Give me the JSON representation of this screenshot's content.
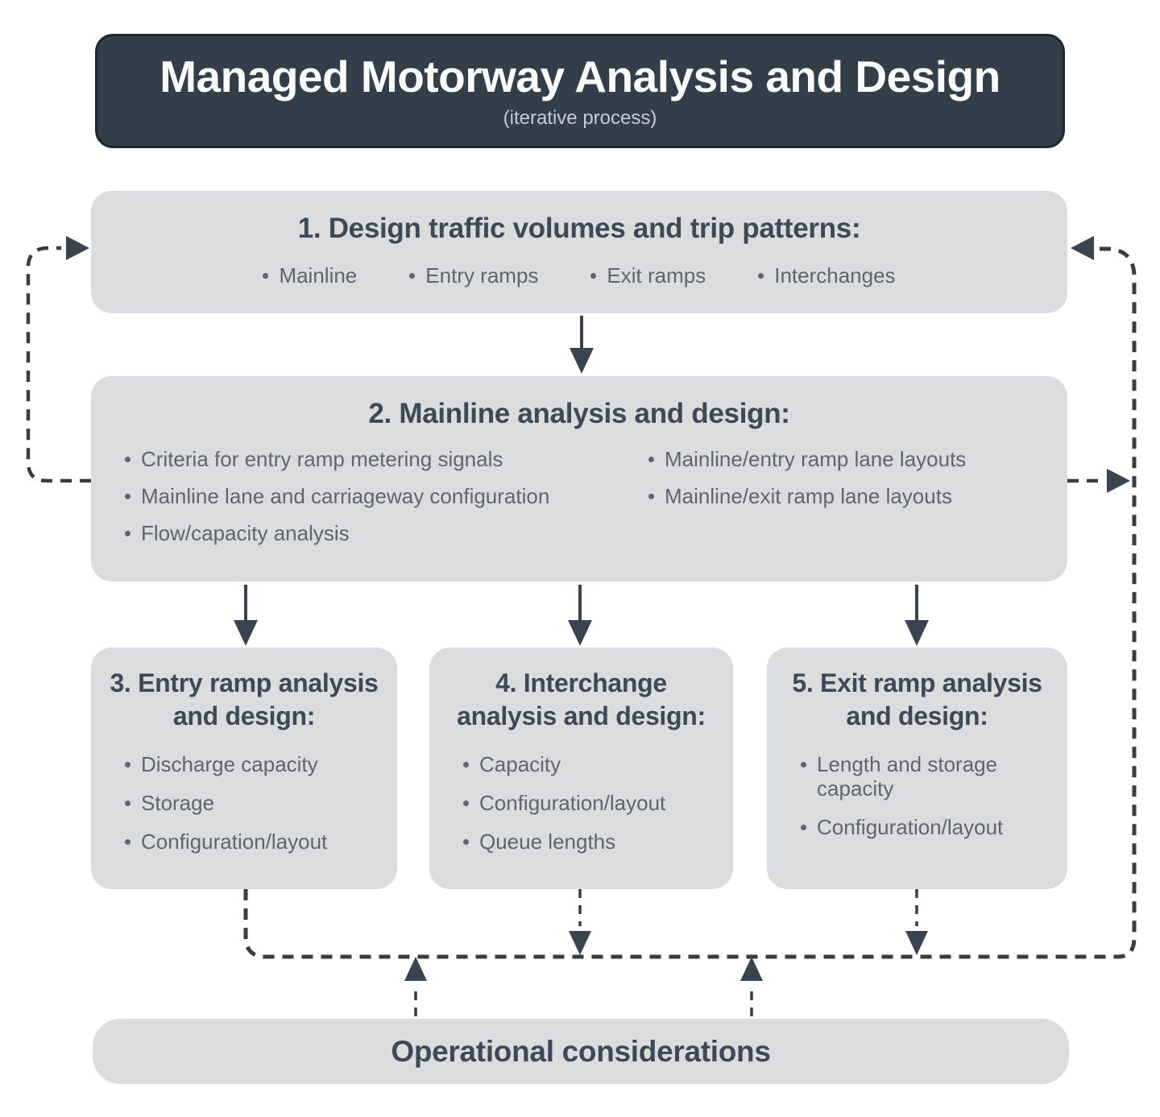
{
  "title": {
    "text": "Managed Motorway Analysis and Design",
    "subtitle": "(iterative process)"
  },
  "step1": {
    "heading": "1. Design traffic volumes and trip patterns:",
    "bullets": [
      "Mainline",
      "Entry ramps",
      "Exit ramps",
      "Interchanges"
    ]
  },
  "step2": {
    "heading": "2. Mainline analysis and design:",
    "bullets_left": [
      "Criteria for entry ramp metering signals",
      "Mainline lane and carriageway configuration",
      "Flow/capacity analysis"
    ],
    "bullets_right": [
      "Mainline/entry ramp lane layouts",
      "Mainline/exit ramp lane layouts"
    ]
  },
  "step3": {
    "heading": "3. Entry ramp analysis and design:",
    "bullets": [
      "Discharge capacity",
      "Storage",
      "Configuration/layout"
    ]
  },
  "step4": {
    "heading": "4. Interchange analysis and design:",
    "bullets": [
      "Capacity",
      "Configuration/layout",
      "Queue lengths"
    ]
  },
  "step5": {
    "heading": "5. Exit ramp analysis and design:",
    "bullets": [
      "Length and storage capacity",
      "Configuration/layout"
    ]
  },
  "operational": {
    "label": "Operational considerations"
  },
  "colors": {
    "header_bg": "#323e4a",
    "header_border": "#1d2731",
    "box_bg": "#dadcdd",
    "heading_text": "#3d4956",
    "bullet_text": "#5d666f",
    "title_text": "#fafbfb",
    "subtitle_text": "#c6ccd1",
    "solid_arrow": "#3a4450",
    "dashed_line": "#3c3c3c"
  }
}
